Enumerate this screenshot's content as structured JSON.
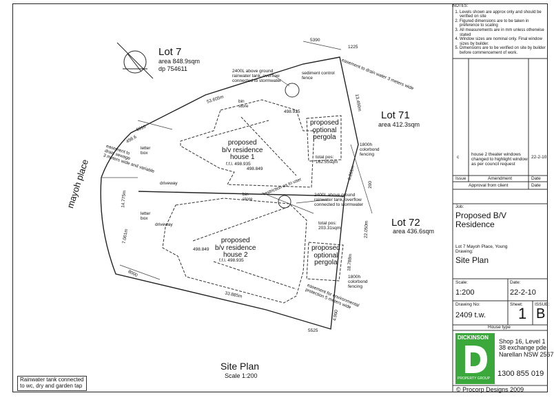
{
  "notes": {
    "heading": "NOTES:",
    "items": [
      "Levels shown are approx only and should be verified on site",
      "Figured dimensions are to be taken in preference to scaling",
      "All measurements are in mm unless otherwise stated",
      "Window sizes are nominal only. Final window sizes by builder.",
      "Dimensions are to be verified on site by builder before commencement of work."
    ]
  },
  "lots": {
    "lot7": {
      "name": "Lot 7",
      "area": "area 848.9sqm",
      "dp": "dp 754611"
    },
    "lot71": {
      "name": "Lot 71",
      "area": "area 412.3sqm"
    },
    "lot72": {
      "name": "Lot 72",
      "area": "area 436.6sqm"
    }
  },
  "street": "mayoh place",
  "plan_labels": {
    "house1": "proposed\nb/v residence\nhouse 1",
    "house1_ffl": "f.f.l. 498.935",
    "house2": "proposed\nb/v residence\nhouse 2",
    "house2_ffl": "f.f.l. 498.935",
    "pergola1": "proposed\noptional\npergola",
    "pergola2": "proposed\noptional\npergola",
    "total_pos1": "total pos:\n162.55sqm",
    "total_pos2": "total pos:\n203.31sqm",
    "tank1": "2400L above ground\nrainwater tank, overflow\nconnected to stormwater",
    "tank2": "2400L above ground\nrainwater tank, overflow\nconnected to stormwater",
    "sediment": "sediment control\nfence",
    "bin_store1": "bin\nstore",
    "bin_store2": "bin\nstore",
    "letterbox1": "letter\nbox",
    "letterbox2": "letter\nbox",
    "driveway1": "driveway",
    "driveway2": "driveway",
    "easement_sewer": "easement to\ndrain sewage\n3 meters wide and variable",
    "easement_water": "easement to drain water 3 meters wide",
    "easement_env": "easement for environmental\nprotection 5 meters wide",
    "restriction": "restriction as to user",
    "fence1": "1800h\ncolorbond\nfencing",
    "fence2": "1800h\ncolorbond\nfencing",
    "dims": [
      "5390",
      "1225",
      "53.605m",
      "6910",
      "13.490m",
      "6.261m",
      "200",
      "22.050m",
      "18.788m",
      "33.885m",
      "5525",
      "4.900",
      "8000",
      "14.775m",
      "7.061m",
      "498.6",
      "498.849",
      "498.849",
      "498.935"
    ]
  },
  "plan_title": "Site Plan",
  "plan_scale": "Scale 1:200",
  "rainwater_note": "Rainwater tank connected\nto wc, dry and garden tap",
  "amendments": {
    "row": {
      "issue": "c",
      "amendment": "house 2 theater windows changed to highlight window as per council request",
      "date": "22-2-10"
    },
    "header_issue": "Issue",
    "header_amendment": "Amendment",
    "header_date": "Date",
    "approval": "Approval from client",
    "approval_date": "Date"
  },
  "title_block": {
    "job_label": "Job:",
    "job": "Proposed B/V\nResidence",
    "address": "Lot 7 Mayoh Place, Young",
    "drawing_label": "Drawing:",
    "drawing": "Site Plan",
    "scale_label": "Scale:",
    "scale": "1:200",
    "date_label": "Date:",
    "date": "22-2-10",
    "drawing_no_label": "Drawing No:",
    "drawing_no": "2409 t.w.",
    "sheet_label": "Sheet:",
    "sheet": "1",
    "issue_label": "ISSUE:",
    "issue": "B",
    "house_type_label": "House type"
  },
  "company": {
    "logo_name": "DICKINSON",
    "logo_sub": "PROPERTY GROUP",
    "address": "Shop 16, Level 1\n38 exchange pde,\nNarellan NSW 2567",
    "phone": "1300 855 019",
    "copyright": "© Procorp Designs 2009"
  }
}
